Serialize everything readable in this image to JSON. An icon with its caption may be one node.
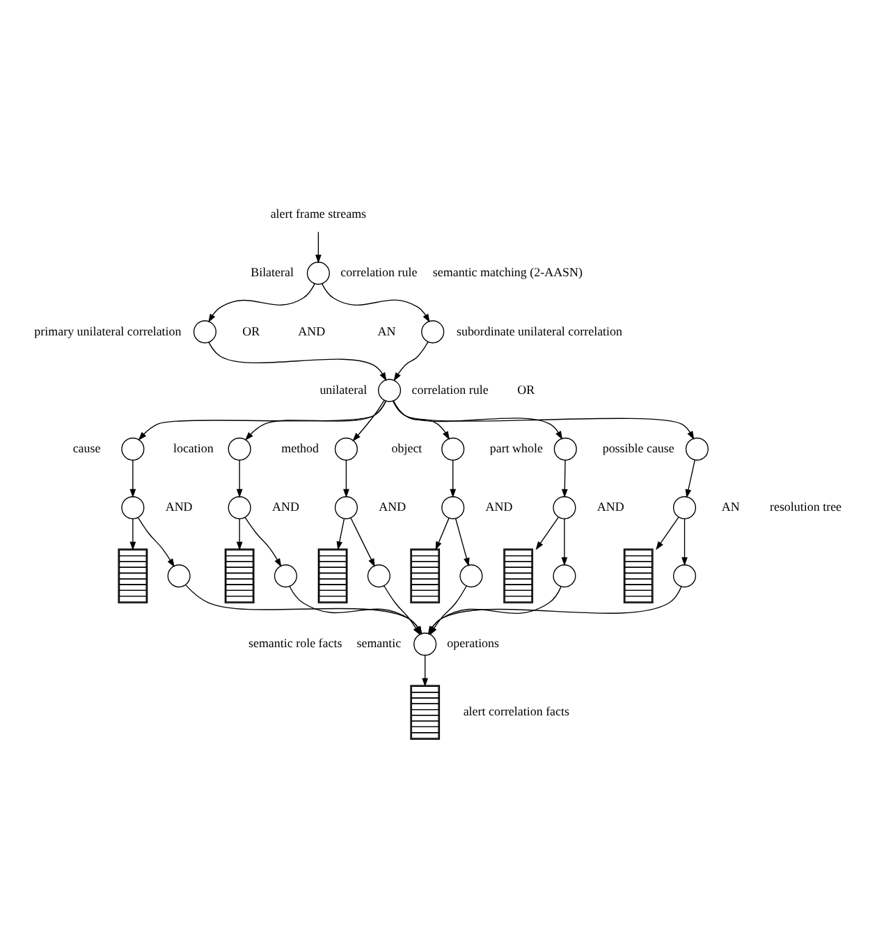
{
  "diagram": {
    "nodes": [
      {
        "text": [
          "alert frame streams"
        ]
      },
      {
        "text": [],
        "shape": "circle",
        "beside": [
          "Bilateral",
          "correlation rule"
        ]
      },
      {
        "text": [],
        "shape": "circle",
        "beside": [
          "primary unilateral correlation"
        ]
      },
      {
        "text": [],
        "shape": "circle",
        "beside": [
          "subordinate unilateral correlation"
        ]
      },
      {
        "text": [],
        "shape": "circle",
        "beside": [
          "unilateral",
          "correlation rule"
        ]
      },
      {
        "text": [],
        "shape": "circle",
        "beside": [
          "cause"
        ]
      },
      {
        "text": [],
        "shape": "circle",
        "beside": [
          "location"
        ]
      },
      {
        "text": [],
        "shape": "circle",
        "beside": [
          "method"
        ]
      },
      {
        "text": [],
        "shape": "circle",
        "beside": [
          "object"
        ]
      },
      {
        "text": [],
        "shape": "circle",
        "beside": [
          "part whole"
        ]
      },
      {
        "text": [],
        "shape": "circle",
        "beside": [
          "possible cause"
        ]
      },
      {
        "text": [],
        "shape": "circle"
      },
      {
        "text": [],
        "shape": "circle"
      },
      {
        "text": [],
        "shape": "circle"
      },
      {
        "text": [],
        "shape": "circle"
      },
      {
        "text": [],
        "shape": "circle"
      },
      {
        "text": [],
        "shape": "circle"
      },
      {
        "text": [],
        "shape": "stack"
      },
      {
        "text": [],
        "shape": "circle"
      },
      {
        "text": [],
        "shape": "stack"
      },
      {
        "text": [],
        "shape": "circle"
      },
      {
        "text": [],
        "shape": "stack"
      },
      {
        "text": [],
        "shape": "circle"
      },
      {
        "text": [],
        "shape": "stack"
      },
      {
        "text": [],
        "shape": "circle"
      },
      {
        "text": [],
        "shape": "stack"
      },
      {
        "text": [],
        "shape": "circle"
      },
      {
        "text": [],
        "shape": "stack"
      },
      {
        "text": [],
        "shape": "circle"
      },
      {
        "text": [],
        "shape": "circle",
        "beside": [
          "semantic",
          "operations"
        ]
      },
      {
        "text": [],
        "shape": "stack",
        "beside": [
          "alert correlation facts"
        ]
      }
    ],
    "edges": [
      {
        "from": 0,
        "to": 1,
        "arrow": "to"
      },
      {
        "from": 1,
        "to": 2,
        "arrow": "to"
      },
      {
        "from": 1,
        "to": 3,
        "arrow": "to"
      },
      {
        "from": 2,
        "to": 4,
        "arrow": "to"
      },
      {
        "from": 3,
        "to": 4,
        "arrow": "to"
      },
      {
        "from": 4,
        "to": 5,
        "arrow": "to"
      },
      {
        "from": 4,
        "to": 6,
        "arrow": "to"
      },
      {
        "from": 4,
        "to": 7,
        "arrow": "to"
      },
      {
        "from": 4,
        "to": 8,
        "arrow": "to"
      },
      {
        "from": 4,
        "to": 9,
        "arrow": "to"
      },
      {
        "from": 4,
        "to": 10,
        "arrow": "to"
      },
      {
        "from": 5,
        "to": 11,
        "arrow": "to"
      },
      {
        "from": 6,
        "to": 12,
        "arrow": "to"
      },
      {
        "from": 7,
        "to": 13,
        "arrow": "to"
      },
      {
        "from": 8,
        "to": 14,
        "arrow": "to"
      },
      {
        "from": 9,
        "to": 15,
        "arrow": "to"
      },
      {
        "from": 10,
        "to": 16,
        "arrow": "to"
      },
      {
        "from": 11,
        "to": 17,
        "arrow": "to"
      },
      {
        "from": 11,
        "to": 18,
        "arrow": "to"
      },
      {
        "from": 12,
        "to": 19,
        "arrow": "to"
      },
      {
        "from": 12,
        "to": 20,
        "arrow": "to"
      },
      {
        "from": 13,
        "to": 21,
        "arrow": "to"
      },
      {
        "from": 13,
        "to": 22,
        "arrow": "to"
      },
      {
        "from": 14,
        "to": 23,
        "arrow": "to"
      },
      {
        "from": 14,
        "to": 24,
        "arrow": "to"
      },
      {
        "from": 15,
        "to": 25,
        "arrow": "to"
      },
      {
        "from": 15,
        "to": 26,
        "arrow": "to"
      },
      {
        "from": 16,
        "to": 27,
        "arrow": "to"
      },
      {
        "from": 16,
        "to": 28,
        "arrow": "to"
      },
      {
        "from": 18,
        "to": 29,
        "arrow": "to"
      },
      {
        "from": 20,
        "to": 29,
        "arrow": "to"
      },
      {
        "from": 22,
        "to": 29,
        "arrow": "to"
      },
      {
        "from": 24,
        "to": 29,
        "arrow": "to"
      },
      {
        "from": 26,
        "to": 29,
        "arrow": "to"
      },
      {
        "from": 28,
        "to": 29,
        "arrow": "to"
      },
      {
        "from": 29,
        "to": 30,
        "arrow": "to"
      }
    ],
    "labels": [
      "OR",
      "AND",
      "AN",
      "OR",
      "AND",
      "AND",
      "AND",
      "AND",
      "AND",
      "AN",
      "semantic role facts",
      "semantic matching (2-AASN)",
      "resolution tree"
    ]
  }
}
